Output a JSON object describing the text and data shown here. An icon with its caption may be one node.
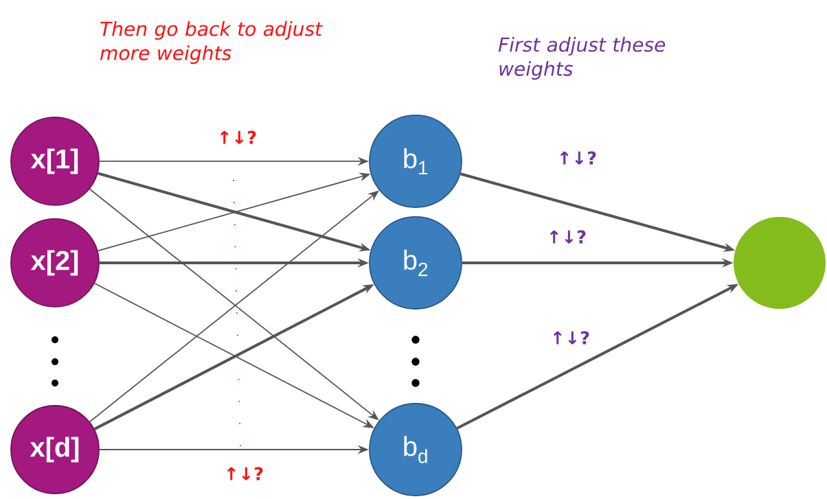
{
  "diagram": {
    "nodes": [
      {
        "text": [
          "x[1]"
        ]
      },
      {
        "text": [
          "x[2]"
        ]
      },
      {
        "text": [
          "x[d]"
        ]
      },
      {
        "text": [
          "b$_{1}$"
        ]
      },
      {
        "text": [
          "b$_{2}$"
        ]
      },
      {
        "text": [
          "b$_{d}$"
        ]
      },
      {
        "text": [],
        "shape": "circle"
      }
    ],
    "edges": [
      {
        "from": 0,
        "to": 3,
        "arrow": "to"
      },
      {
        "from": 0,
        "to": 4,
        "arrow": "to",
        "style": "thick"
      },
      {
        "from": 0,
        "to": 5,
        "arrow": "to"
      },
      {
        "from": 1,
        "to": 3,
        "arrow": "to"
      },
      {
        "from": 1,
        "to": 4,
        "arrow": "to",
        "style": "thick"
      },
      {
        "from": 1,
        "to": 5,
        "arrow": "to"
      },
      {
        "from": 2,
        "to": 3,
        "arrow": "to"
      },
      {
        "from": 2,
        "to": 4,
        "arrow": "to",
        "style": "thick"
      },
      {
        "from": 2,
        "to": 5,
        "arrow": "to"
      },
      {
        "from": 3,
        "to": 6,
        "arrow": "to",
        "style": "thick"
      },
      {
        "from": 4,
        "to": 6,
        "arrow": "to",
        "style": "thick"
      },
      {
        "from": 5,
        "to": 6,
        "arrow": "to",
        "style": "thick"
      }
    ],
    "labels": [
      "Then go back to adjust more weights",
      "First adjust these weights",
      "↑↓?",
      "↑↓?",
      "↑↓?",
      "↑↓?",
      "↑↓?"
    ]
  }
}
